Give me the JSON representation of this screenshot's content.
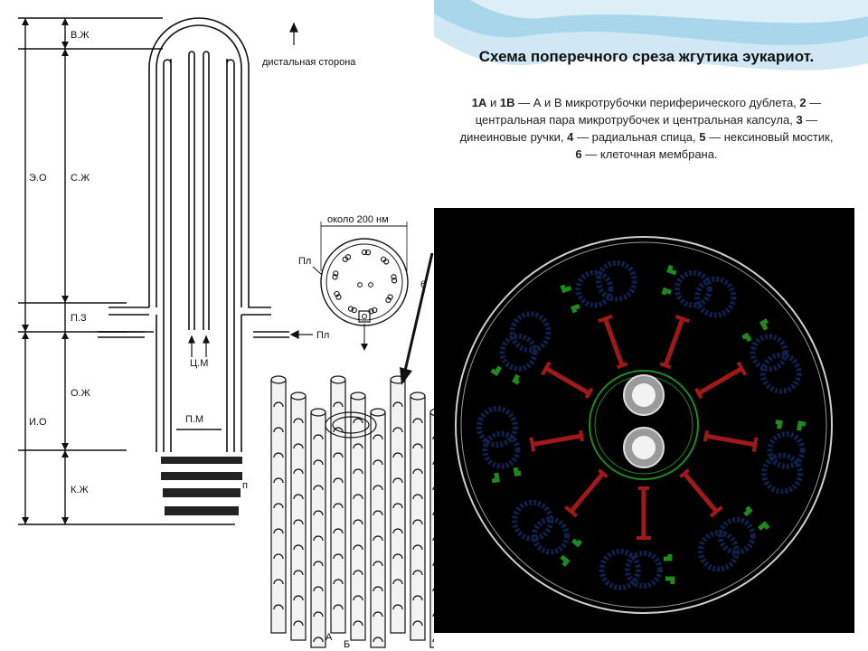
{
  "title": "Схема поперечного среза жгутика эукариот.",
  "caption": {
    "t1": "1А",
    "t2": " и ",
    "t3": "1В",
    "t4": " — А и В микротрубочки периферического дублета, ",
    "t5": "2",
    "t6": " — центральная пара микротрубочек и центральная капсула, ",
    "t7": "3",
    "t8": " — динеиновые ручки, ",
    "t9": "4",
    "t10": " — радиальная спица, ",
    "t11": "5",
    "t12": " — нексиновый мостик, ",
    "t13": "6",
    "t14": " — клеточная мембрана."
  },
  "labels": {
    "vzh": "В.Ж",
    "eo": "Э.О",
    "szh": "С.Ж",
    "pz": "П.З",
    "io": "И.О",
    "ozh": "О.Ж",
    "kzh": "К.Ж",
    "distal": "дистальная сторона",
    "cm": "Ц.М",
    "pm": "П.М",
    "pl1": "Пл",
    "pl2": "Пл",
    "around": "около 200 нм",
    "six": "6",
    "a": "А",
    "b": "Б",
    "p": "п"
  },
  "colors": {
    "rays": "#a01818",
    "dynein": "#1e8a1e",
    "doublet": "#10204a",
    "central": "#e8e8e8"
  }
}
